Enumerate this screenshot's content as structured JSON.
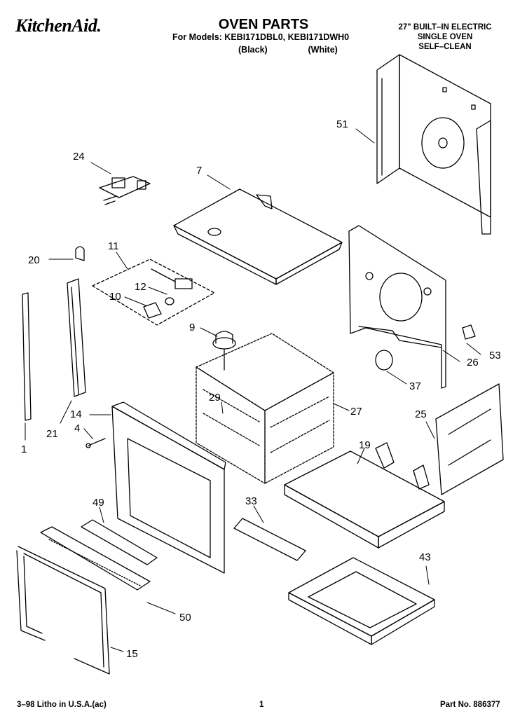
{
  "header": {
    "brand": "KitchenAid.",
    "title": "OVEN PARTS",
    "models_line": "For Models: KEBI171DBL0, KEBI171DWH0",
    "variant_black": "(Black)",
    "variant_white": "(White)",
    "description": [
      "27\" BUILT–IN ELECTRIC",
      "SINGLE OVEN",
      "SELF–CLEAN"
    ]
  },
  "parts": [
    "1",
    "4",
    "7",
    "9",
    "10",
    "11",
    "12",
    "14",
    "15",
    "19",
    "20",
    "21",
    "24",
    "25",
    "26",
    "27",
    "29",
    "33",
    "37",
    "43",
    "49",
    "50",
    "51",
    "53"
  ],
  "footer": {
    "litho": "3–98 Litho in U.S.A.(ac)",
    "page": "1",
    "part_no": "Part No. 886377"
  }
}
